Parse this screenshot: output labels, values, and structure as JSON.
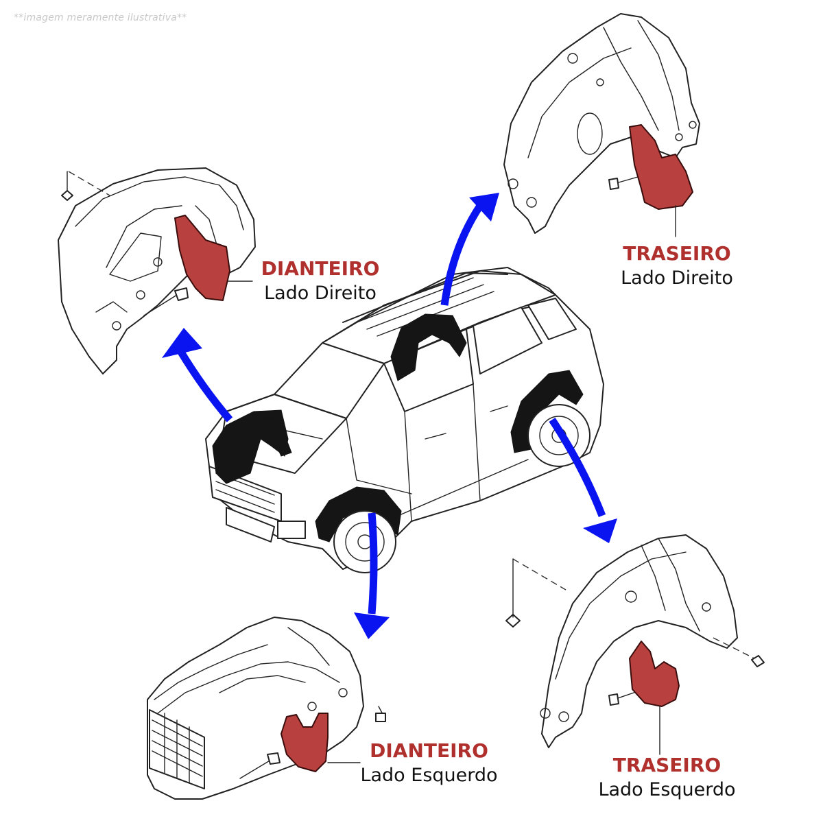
{
  "disclaimer": "**imagem meramente ilustrativa**",
  "colors": {
    "arrow": "#0a14f0",
    "mudflap": "#b8403f",
    "label_title": "#b0302e",
    "label_side": "#111111"
  },
  "callouts": {
    "front_right": {
      "title": "DIANTEIRO",
      "side": "Lado Direito"
    },
    "rear_right": {
      "title": "TRASEIRO",
      "side": "Lado Direito"
    },
    "front_left": {
      "title": "DIANTEIRO",
      "side": "Lado Esquerdo"
    },
    "rear_left": {
      "title": "TRASEIRO",
      "side": "Lado Esquerdo"
    }
  },
  "icons": [
    "suv-outline-icon",
    "fender-liner-icon",
    "mudflap-icon",
    "arrow-icon",
    "screw-icon"
  ]
}
